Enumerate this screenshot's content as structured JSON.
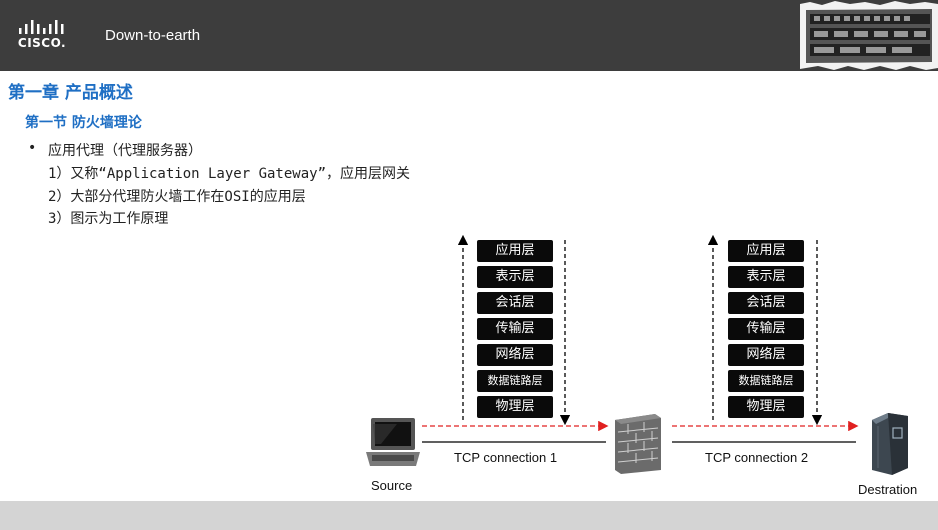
{
  "header": {
    "logo_text": "CISCO.",
    "title": "Down-to-earth"
  },
  "content": {
    "chapter": "第一章 产品概述",
    "section": "第一节 防火墙理论",
    "bullet": "应用代理（代理服务器）",
    "lines": [
      "1）又称“Application Layer Gateway”，应用层网关",
      "2）大部分代理防火墙工作在OSI的应用层",
      "3）图示为工作原理"
    ]
  },
  "diagram": {
    "stack_left": [
      "应用层",
      "表示层",
      "会话层",
      "传输层",
      "网络层",
      "数据链路层",
      "物理层"
    ],
    "stack_right": [
      "应用层",
      "表示层",
      "会话层",
      "传输层",
      "网络层",
      "数据链路层",
      "物理层"
    ],
    "connection_1": "TCP connection 1",
    "connection_2": "TCP connection 2",
    "source_label": "Source",
    "destination_label": "Destration"
  },
  "colors": {
    "header_bg": "#3d3d3d",
    "heading_blue": "#1f6fc4",
    "arrow_red": "#e02020",
    "layer_bg": "#0a0a0a",
    "footer_bg": "#d4d4d4"
  },
  "icons": {
    "logo": "cisco-logo",
    "photo": "router-hardware-photo",
    "source": "laptop-icon",
    "firewall": "firewall-icon",
    "destination": "server-icon"
  }
}
